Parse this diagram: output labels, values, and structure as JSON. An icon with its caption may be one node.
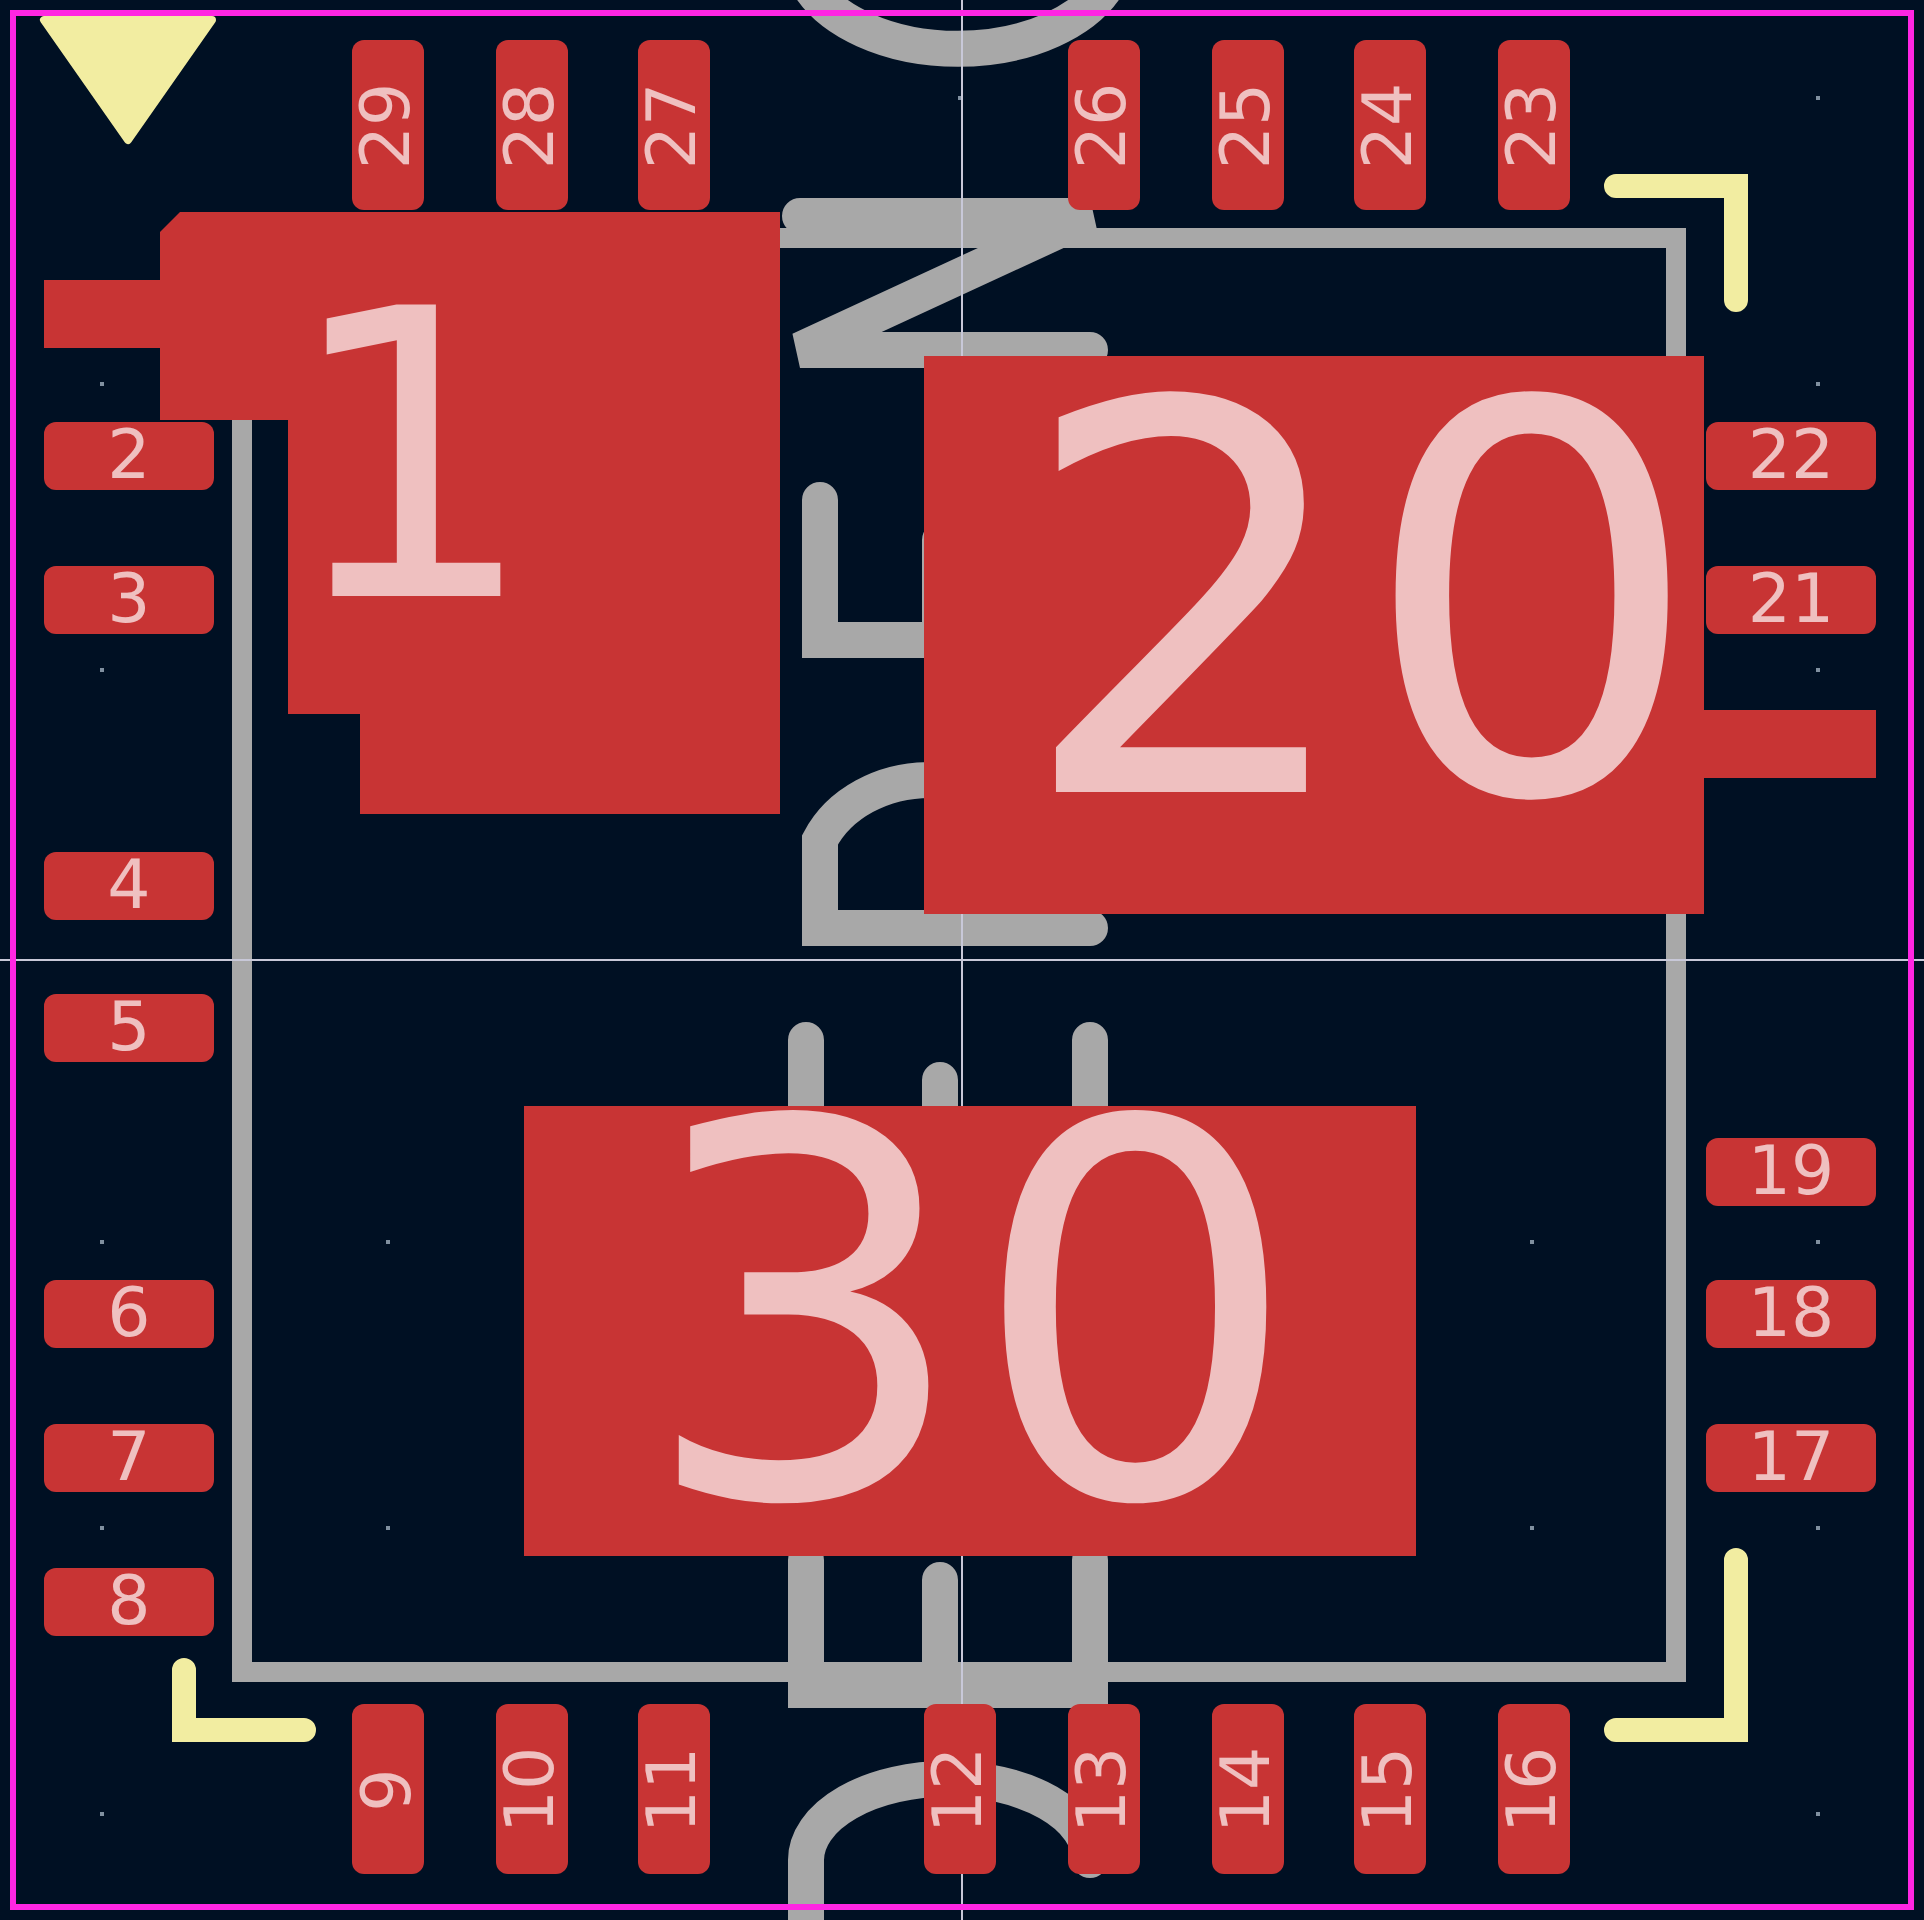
{
  "diagram": {
    "nodes": [
      {
        "text": [
          "1"
        ]
      },
      {
        "text": [
          "2"
        ]
      },
      {
        "text": [
          "3"
        ]
      },
      {
        "text": [
          "4"
        ]
      },
      {
        "text": [
          "5"
        ]
      },
      {
        "text": [
          "6"
        ]
      },
      {
        "text": [
          "7"
        ]
      },
      {
        "text": [
          "8"
        ]
      },
      {
        "text": [
          "9"
        ]
      },
      {
        "text": [
          "10"
        ]
      },
      {
        "text": [
          "11"
        ]
      },
      {
        "text": [
          "12"
        ]
      },
      {
        "text": [
          "13"
        ]
      },
      {
        "text": [
          "14"
        ]
      },
      {
        "text": [
          "15"
        ]
      },
      {
        "text": [
          "16"
        ]
      },
      {
        "text": [
          "17"
        ]
      },
      {
        "text": [
          "18"
        ]
      },
      {
        "text": [
          "19"
        ]
      },
      {
        "text": [
          "20"
        ]
      },
      {
        "text": [
          "21"
        ]
      },
      {
        "text": [
          "22"
        ]
      },
      {
        "text": [
          "23"
        ]
      },
      {
        "text": [
          "24"
        ]
      },
      {
        "text": [
          "25"
        ]
      },
      {
        "text": [
          "26"
        ]
      },
      {
        "text": [
          "27"
        ]
      },
      {
        "text": [
          "28"
        ]
      },
      {
        "text": [
          "29"
        ]
      },
      {
        "text": [
          "30"
        ]
      },
      {
        "text": [],
        "shape": "box"
      },
      {
        "text": [],
        "shape": "box"
      }
    ]
  }
}
